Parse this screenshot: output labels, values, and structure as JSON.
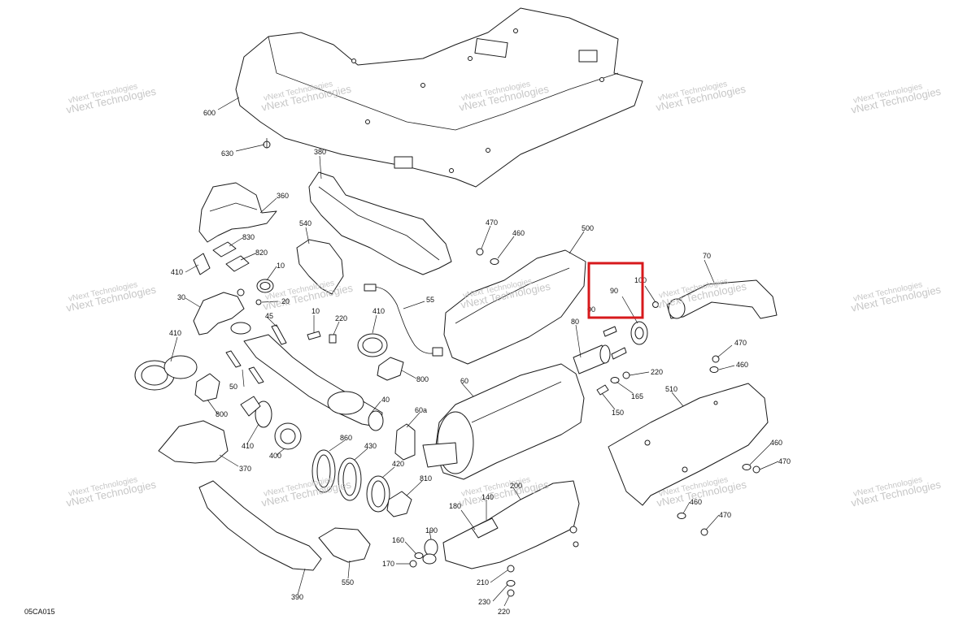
{
  "figure_code": "05CA015",
  "watermark_text": "vNext Technologies",
  "highlight_color": "#d7191c",
  "callouts": [
    {
      "id": "600",
      "text": "600"
    },
    {
      "id": "630",
      "text": "630"
    },
    {
      "id": "380",
      "text": "380"
    },
    {
      "id": "360",
      "text": "360"
    },
    {
      "id": "540",
      "text": "540"
    },
    {
      "id": "830",
      "text": "830"
    },
    {
      "id": "820",
      "text": "820"
    },
    {
      "id": "410a",
      "text": "410"
    },
    {
      "id": "10a",
      "text": "10"
    },
    {
      "id": "30",
      "text": "30"
    },
    {
      "id": "20",
      "text": "20"
    },
    {
      "id": "45",
      "text": "45"
    },
    {
      "id": "10b",
      "text": "10"
    },
    {
      "id": "220a",
      "text": "220"
    },
    {
      "id": "410b",
      "text": "410"
    },
    {
      "id": "55",
      "text": "55"
    },
    {
      "id": "410c",
      "text": "410"
    },
    {
      "id": "50",
      "text": "50"
    },
    {
      "id": "800a",
      "text": "800"
    },
    {
      "id": "800b",
      "text": "800"
    },
    {
      "id": "40",
      "text": "40"
    },
    {
      "id": "410d",
      "text": "410"
    },
    {
      "id": "400",
      "text": "400"
    },
    {
      "id": "370",
      "text": "370"
    },
    {
      "id": "860",
      "text": "860"
    },
    {
      "id": "430",
      "text": "430"
    },
    {
      "id": "60a",
      "text": "60a"
    },
    {
      "id": "420",
      "text": "420"
    },
    {
      "id": "810",
      "text": "810"
    },
    {
      "id": "390",
      "text": "390"
    },
    {
      "id": "550",
      "text": "550"
    },
    {
      "id": "470a",
      "text": "470"
    },
    {
      "id": "460a",
      "text": "460"
    },
    {
      "id": "500",
      "text": "500"
    },
    {
      "id": "70",
      "text": "70"
    },
    {
      "id": "90",
      "text": "90"
    },
    {
      "id": "100a",
      "text": "100"
    },
    {
      "id": "100b",
      "text": "00"
    },
    {
      "id": "80",
      "text": "80"
    },
    {
      "id": "60",
      "text": "60"
    },
    {
      "id": "220b",
      "text": "220"
    },
    {
      "id": "165",
      "text": "165"
    },
    {
      "id": "150",
      "text": "150"
    },
    {
      "id": "470b",
      "text": "470"
    },
    {
      "id": "460b",
      "text": "460"
    },
    {
      "id": "510",
      "text": "510"
    },
    {
      "id": "460c",
      "text": "460"
    },
    {
      "id": "470c",
      "text": "470"
    },
    {
      "id": "460d",
      "text": "460"
    },
    {
      "id": "470d",
      "text": "470"
    },
    {
      "id": "140",
      "text": "140"
    },
    {
      "id": "200",
      "text": "200"
    },
    {
      "id": "180",
      "text": "180"
    },
    {
      "id": "190",
      "text": "190"
    },
    {
      "id": "160",
      "text": "160"
    },
    {
      "id": "170",
      "text": "170"
    },
    {
      "id": "210",
      "text": "210"
    },
    {
      "id": "230",
      "text": "230"
    },
    {
      "id": "220c",
      "text": "220"
    }
  ]
}
